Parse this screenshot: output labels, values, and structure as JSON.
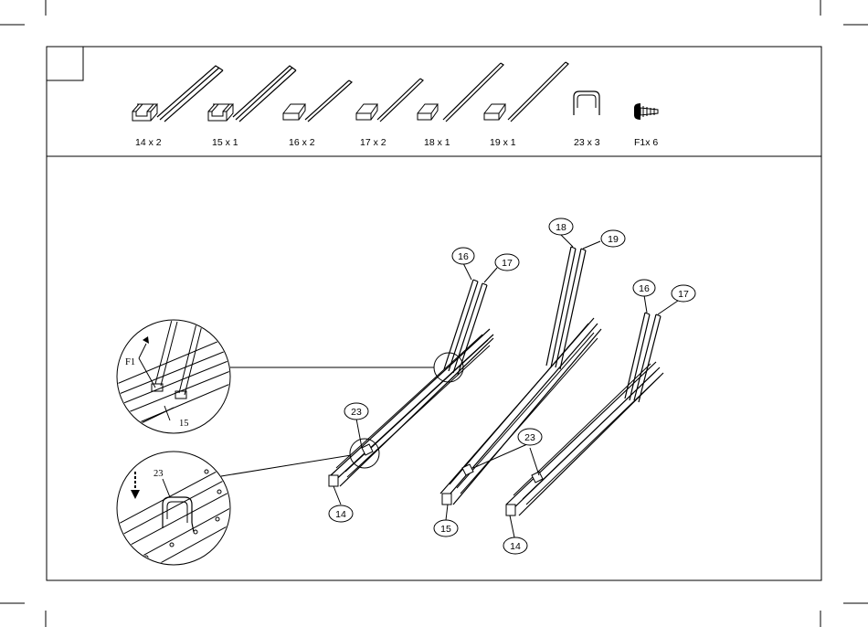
{
  "parts": [
    {
      "label": "14 x 2"
    },
    {
      "label": "15 x 1"
    },
    {
      "label": "16 x 2"
    },
    {
      "label": "17 x 2"
    },
    {
      "label": "18 x 1"
    },
    {
      "label": "19 x 1"
    },
    {
      "label": "23 x 3"
    },
    {
      "label": "F1x 6"
    }
  ],
  "callouts": {
    "a16": "16",
    "a17": "17",
    "a14": "14",
    "a23": "23",
    "b18": "18",
    "b19": "19",
    "b15": "15",
    "b23": "23",
    "c16": "16",
    "c17": "17",
    "c14": "14"
  },
  "details": {
    "top_f1": "F1",
    "top_15": "15",
    "bottom_23": "23"
  }
}
